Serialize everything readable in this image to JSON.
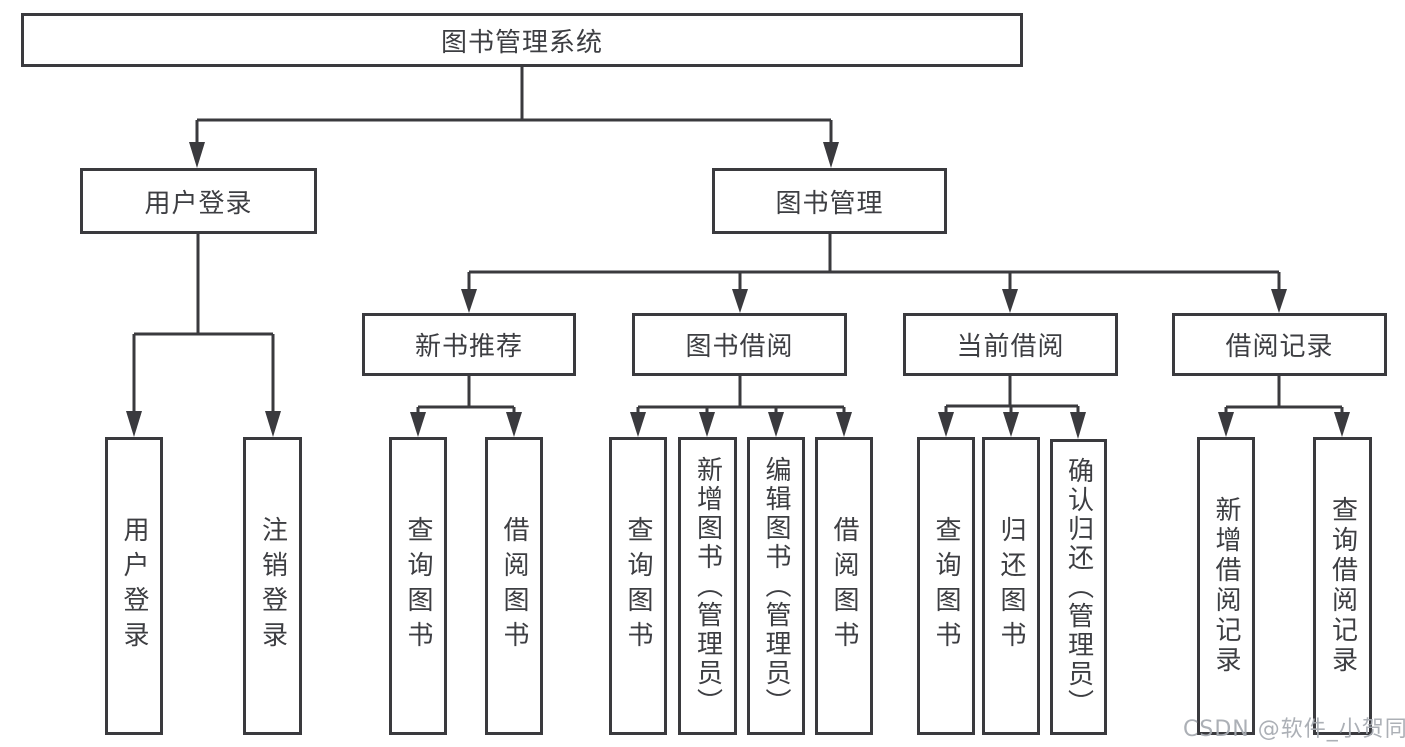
{
  "diagram": {
    "title": "图书管理系统",
    "root": {
      "label": "图书管理系统"
    },
    "level2": [
      {
        "label": "用户登录"
      },
      {
        "label": "图书管理"
      }
    ],
    "level3": [
      {
        "label": "新书推荐"
      },
      {
        "label": "图书借阅"
      },
      {
        "label": "当前借阅"
      },
      {
        "label": "借阅记录"
      }
    ],
    "leaves": {
      "user_login": [
        "用户登录",
        "注销登录"
      ],
      "new_books": [
        "查询图书",
        "借阅图书"
      ],
      "book_borrow": [
        "查询图书",
        "新增图书（管理员）",
        "编辑图书（管理员）",
        "借阅图书"
      ],
      "current_borrow": [
        "查询图书",
        "归还图书",
        "确认归还（管理员）"
      ],
      "borrow_records": [
        "新增借阅记录",
        "查询借阅记录"
      ]
    }
  },
  "watermark": {
    "text": "CSDN @软件_小贺同学"
  },
  "colors": {
    "line": "#3a3a3e",
    "text": "#3d3e42",
    "watermark": "#a8acb2",
    "background": "#ffffff"
  }
}
